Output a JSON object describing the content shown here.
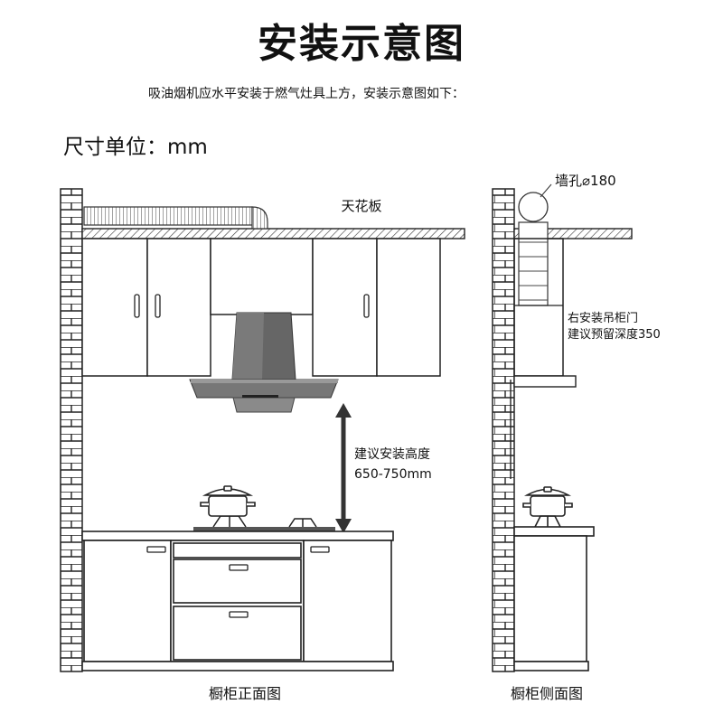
{
  "header": {
    "title": "安装示意图",
    "subtitle": "吸油烟机应水平安装于燃气灶具上方，安装示意图如下：",
    "units": "尺寸单位：mm"
  },
  "front_view": {
    "ceiling_label": "天花板",
    "height_label_line1": "建议安装高度",
    "height_label_line2": "650-750mm",
    "caption": "橱柜正面图"
  },
  "side_view": {
    "wall_hole_label": "墙孔⌀180",
    "cabinet_note_line1": "右安装吊柜门",
    "cabinet_note_line2": "建议预留深度350",
    "caption": "橱柜侧面图"
  },
  "colors": {
    "line": "#222222",
    "hood_dark": "#555555",
    "hood_mid": "#7a7a7a",
    "hood_light": "#9a9a9a",
    "cabinet_fill": "#ffffff"
  }
}
